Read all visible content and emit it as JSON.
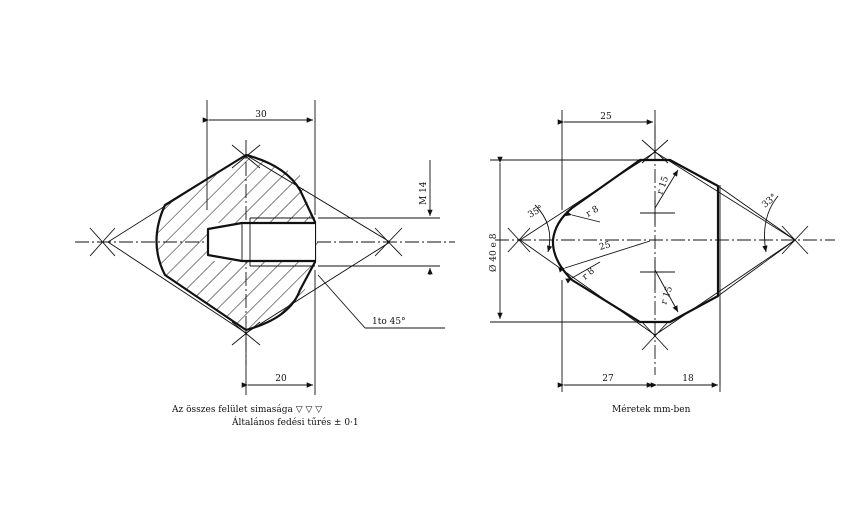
{
  "left_view": {
    "dim_top": "30",
    "dim_bottom": "20",
    "dim_thread": "M 14",
    "chamfer_note": "1to 45°"
  },
  "right_view": {
    "dim_top": "25",
    "dim_diameter": "Ø 40 e 8",
    "angle_left": "35°",
    "angle_right": "33°",
    "r_upper_left": "r 8",
    "r_lower_left": "r 8",
    "r_upper_right": "r 15",
    "r_lower_right": "r 15",
    "dim_center": "25",
    "dim_bottom_left": "27",
    "dim_bottom_right": "18"
  },
  "notes": {
    "surface": "Az összes felület simasága ▽ ▽ ▽",
    "tolerance": "Általános fedési tűrés ± 0·1",
    "units": "Méretek mm-ben"
  }
}
